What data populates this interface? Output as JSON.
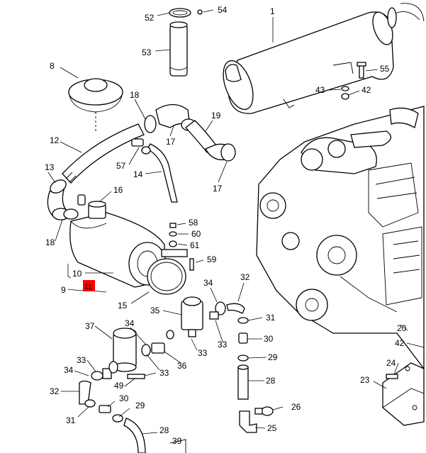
{
  "callouts": {
    "c52": "52",
    "c54": "54",
    "c53": "53",
    "c1": "1",
    "c55": "55",
    "c43": "43",
    "c42": "42",
    "c8": "8",
    "c18a": "18",
    "c19": "19",
    "c17a": "17",
    "c12": "12",
    "c57": "57",
    "c14": "14",
    "c17b": "17",
    "c13": "13",
    "c16": "16",
    "c58": "58",
    "c60": "60",
    "c61": "61",
    "c18b": "18",
    "c59": "59",
    "c10": "10",
    "c9": "9",
    "c11": "11",
    "c15": "15",
    "c32a": "32",
    "c34a": "34",
    "c35": "35",
    "c31a": "31",
    "c33a": "33",
    "c33b": "33",
    "c30a": "30",
    "c37": "37",
    "c34b": "34",
    "c36": "36",
    "c29a": "29",
    "c33c": "33",
    "c33d": "33",
    "c28a": "28",
    "c34c": "34",
    "c49": "49",
    "c32b": "32",
    "c30b": "30",
    "c29b": "29",
    "c31b": "31",
    "c26": "26",
    "c25": "25",
    "c28b": "28",
    "c39": "39",
    "c20": "20",
    "c42b": "42",
    "c24": "24",
    "c23": "23"
  },
  "highlight_color": "#ff0000"
}
